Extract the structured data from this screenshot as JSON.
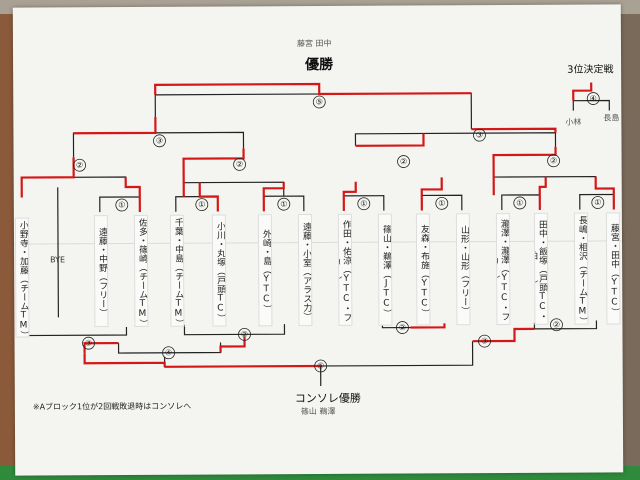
{
  "title": "優勝",
  "winner_names": "藤宮 田中",
  "third_place": {
    "title": "3位決定戦",
    "names": [
      "小林",
      "長島"
    ]
  },
  "consolation": {
    "title": "コンソレ優勝",
    "names": "篠山 鵜澤"
  },
  "note": "※Aブロック1位が2回戦敗退時はコンソレへ",
  "bye_label": "BYE",
  "players": [
    "小野寺・加藤（チームTM）",
    "遠藤・中野（フリー）",
    "佐多・篠崎（チームTM）",
    "千葉・中島（チームTM）",
    "小川・丸塚（戸頭TC）",
    "外崎・島（YTC）",
    "遠藤・小室（アラス力）",
    "作田・佑涼（YTC・フリー）",
    "篠山・鵜澤（JTC）",
    "友森・布施（YTC）",
    "山形・山形（フリー）",
    "瀧澤・瀧澤（YTC・フリー）",
    "田中・飯塚（戸頭TC・柏TC）",
    "長嶋・相沢（チームTM）",
    "藤宮・田中（YTC）"
  ],
  "round_labels": [
    "①",
    "②",
    "③",
    "④",
    "⑤"
  ]
}
